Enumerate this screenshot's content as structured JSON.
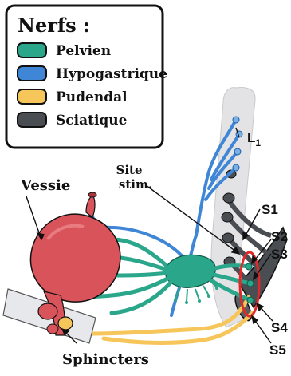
{
  "legend": {
    "title": "Nerfs :",
    "items": [
      {
        "label": "Pelvien",
        "color": "#2aa68a"
      },
      {
        "label": "Hypogastrique",
        "color": "#3f86d6"
      },
      {
        "label": "Pudendal",
        "color": "#f6c65a"
      },
      {
        "label": "Sciatique",
        "color": "#4a4d52"
      }
    ]
  },
  "labels": {
    "vessie": "Vessie",
    "site_line1": "Site",
    "site_line2": "stim.",
    "sphincters": "Sphincters",
    "L1_main": "L",
    "L1_sub": "1",
    "S1": "S1",
    "S2": "S2",
    "S3": "S3",
    "S4": "S4",
    "S5": "S5"
  },
  "colors": {
    "bladder": "#d9545a",
    "bladder_dark": "#a8353b",
    "spine": "#e3e3e6",
    "stim_ring": "#e02a2a",
    "outline": "#111111"
  }
}
